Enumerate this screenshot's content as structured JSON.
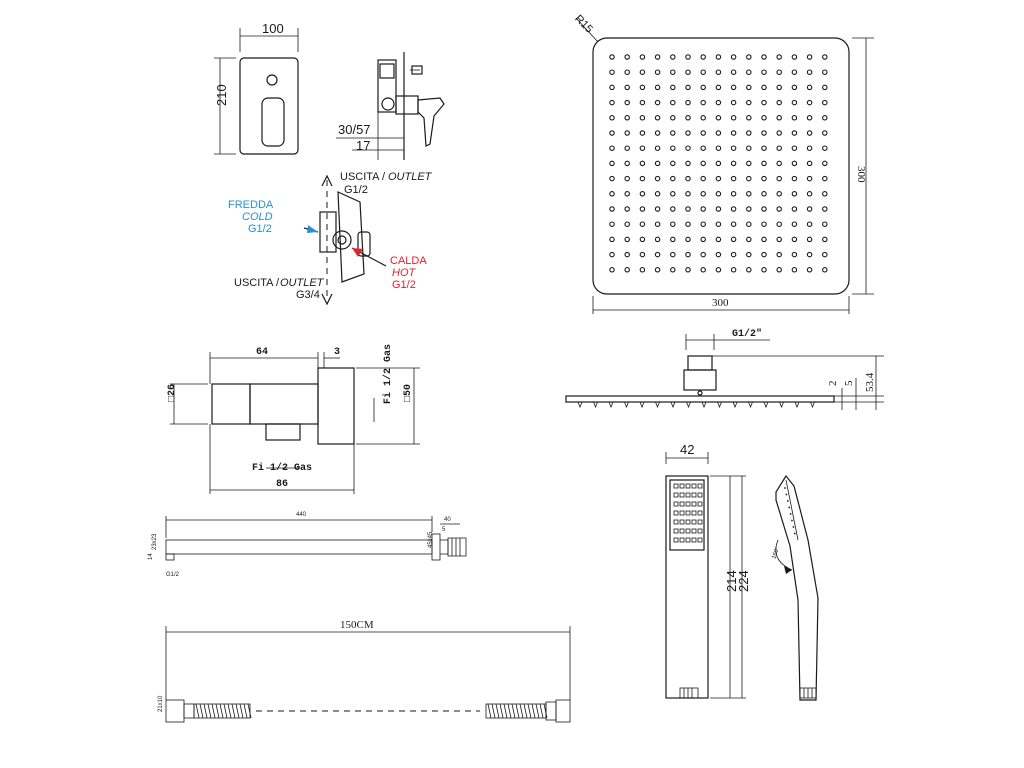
{
  "colors": {
    "line": "#1a1a1a",
    "cold": "#2a8fd0",
    "hot": "#e0232b"
  },
  "faceplate": {
    "width": "100",
    "height": "210",
    "side_depth": "30/57",
    "side_offset": "17"
  },
  "valve": {
    "outlet_top": "USCITA /",
    "outlet_top_en": "OUTLET",
    "outlet_top_size": "G1/2",
    "cold_it": "FREDDA",
    "cold_en": "COLD",
    "cold_size": "G1/2",
    "hot_it": "CALDA",
    "hot_en": "HOT",
    "hot_size": "G1/2",
    "outlet_bottom": "USCITA /",
    "outlet_bottom_en": "OUTLET",
    "outlet_bottom_size": "G3/4"
  },
  "shower_head": {
    "radius": "R15",
    "width": "300",
    "height": "300",
    "connection": "G1/2\"",
    "dim_thin": "2",
    "dim_body": "5",
    "dim_total": "53.4"
  },
  "elbow": {
    "dim_64": "64",
    "dim_3": "3",
    "dim_86": "86",
    "dim_26": "□26",
    "dim_50": "□50",
    "thread_side": "Fi 1/2 Gas",
    "thread_bottom": "Fi 1/2 Gas"
  },
  "arm": {
    "length": "440",
    "flange": "40",
    "section": "23x23",
    "dim_14": "14",
    "thread": "G1/2",
    "flange_size": "45x45",
    "dim_5": "5"
  },
  "hose": {
    "length": "150CM",
    "end": "21x10"
  },
  "hand_shower": {
    "width": "42",
    "face_length": "214",
    "total_length": "224",
    "angle": "160°"
  }
}
